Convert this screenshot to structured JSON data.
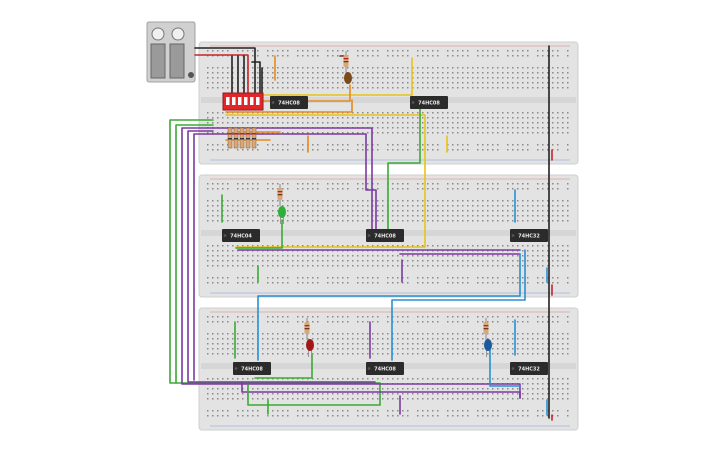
{
  "colors": {
    "breadboard": "#e3e3e3",
    "hole": "#8a8a8a",
    "rail_red": "#d83a3a",
    "rail_blue": "#3a6fd8",
    "chip": "#2b2b2b",
    "wire_green": "#3aaa35",
    "wire_purple": "#7a3aa0",
    "wire_yellow": "#e6c319",
    "wire_orange": "#e58a1f",
    "wire_blue": "#2a8fd0",
    "wire_black": "#222222",
    "wire_red": "#c4262b",
    "wire_brown": "#6b3a1a",
    "dip_switch": "#e0252b",
    "battery": "#bdbdbd"
  },
  "chips": [
    {
      "label": "74HC08"
    },
    {
      "label": "74HC08"
    },
    {
      "label": "74HC04"
    },
    {
      "label": "74HC08"
    },
    {
      "label": "74HC32"
    },
    {
      "label": "74HC08"
    },
    {
      "label": "74HC08"
    },
    {
      "label": "74HC32"
    }
  ],
  "leds": [
    {
      "color": "green"
    },
    {
      "color": "red"
    },
    {
      "color": "blue"
    }
  ]
}
